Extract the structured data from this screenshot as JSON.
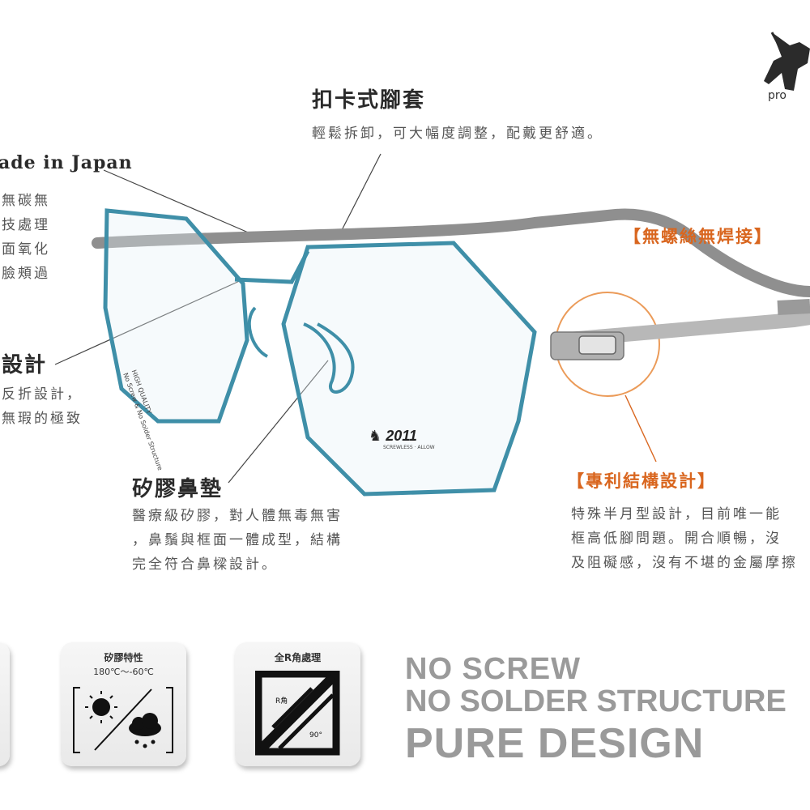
{
  "logo": {
    "text": "pro"
  },
  "sections": {
    "temple_tip": {
      "title": "扣卡式腳套",
      "desc": "輕鬆拆卸，可大幅度調整，配戴更舒適。"
    },
    "made_in_japan": {
      "title": "ade in Japan",
      "lines": [
        "無碳無",
        "技處理",
        "面氧化",
        "臉頰過"
      ]
    },
    "design": {
      "title": "設計",
      "lines": [
        "反折設計，",
        "無瑕的極致"
      ]
    },
    "nose_pad": {
      "title": "矽膠鼻墊",
      "lines": [
        "醫療級矽膠，對人體無毒無害",
        "，鼻鬚與框面一體成型，結構",
        "完全符合鼻樑設計。"
      ]
    },
    "no_screw": {
      "title": "【無螺絲無焊接】"
    },
    "patent": {
      "title": "【專利結構設計】",
      "lines": [
        "特殊半月型設計，目前唯一能",
        "框高低腳問題。開合順暢，沒",
        "及阻礙感，沒有不堪的金屬摩擦"
      ]
    }
  },
  "frame": {
    "brand_mark": "2011",
    "brand_sub": "SCREWLESS · ALLOW",
    "lens_print_1": "HIGH QUALITY",
    "lens_print_2": "No Screw & No Solder Structure"
  },
  "badges": {
    "silicone": {
      "title": "矽膠特性",
      "sub": "180℃～-60℃"
    },
    "r_corner": {
      "title": "全R角處理",
      "r_label": "R角",
      "angle_label": "90°"
    }
  },
  "slogan": {
    "line1": "NO SCREW",
    "line2": "NO SOLDER STRUCTURE",
    "line3": "PURE DESIGN"
  },
  "colors": {
    "frame_blue": "#3f8fa8",
    "temple_gray": "#8a8a8a",
    "accent_orange": "#d9661f",
    "slogan_gray": "#9a9a9a"
  }
}
